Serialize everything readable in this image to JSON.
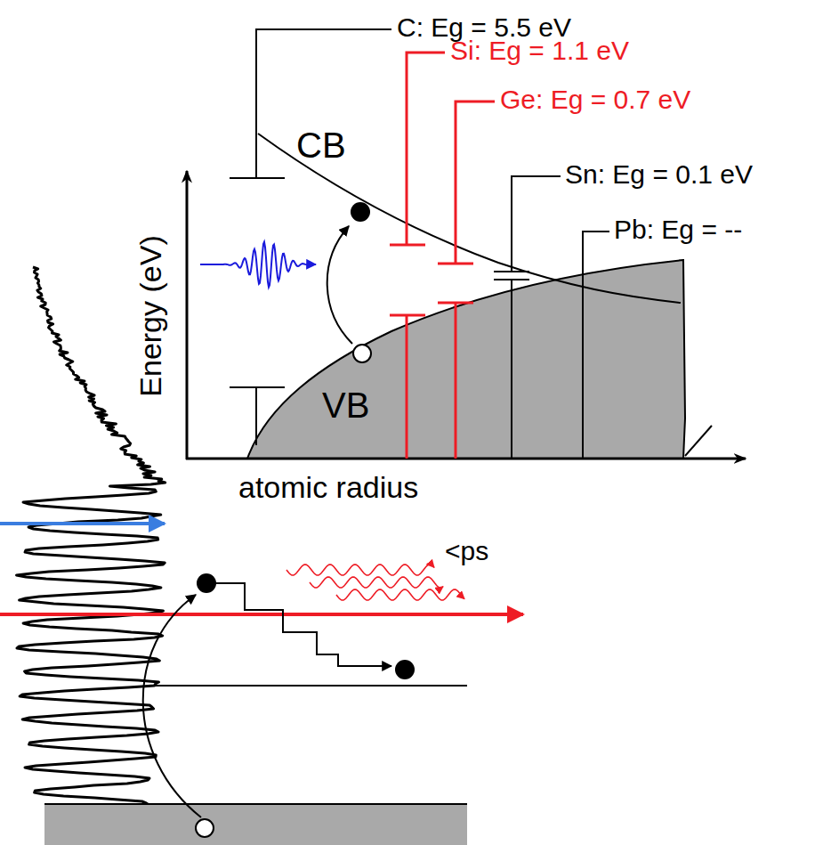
{
  "diagram": {
    "labels": [
      "C: Eg = 5.5 eV",
      "Si: Eg = 1.1 eV",
      "Ge: Eg = 0.7 eV",
      "Sn: Eg = 0.1 eV",
      "Pb: Eg = --",
      "CB",
      "VB",
      "Energy (eV)",
      "atomic radius",
      "<ps"
    ]
  }
}
